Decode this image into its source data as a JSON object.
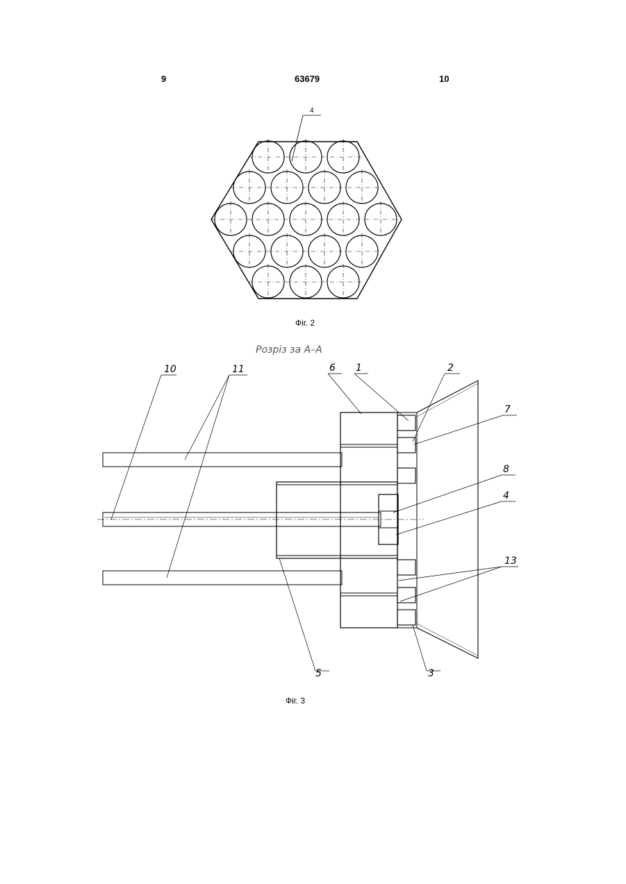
{
  "header": {
    "left_page": "9",
    "doc_number": "63679",
    "right_page": "10"
  },
  "fig2": {
    "caption": "Фіг. 2",
    "labels": {
      "hex_part": "4"
    }
  },
  "fig3": {
    "caption": "Фіг. 3",
    "section_title": "Розріз за А–А",
    "labels": {
      "l10": "10",
      "l11": "11",
      "l6": "6",
      "l1": "1",
      "l2": "2",
      "l7": "7",
      "l8": "8",
      "l4": "4",
      "l13": "13",
      "l5": "5",
      "l3": "3"
    }
  }
}
